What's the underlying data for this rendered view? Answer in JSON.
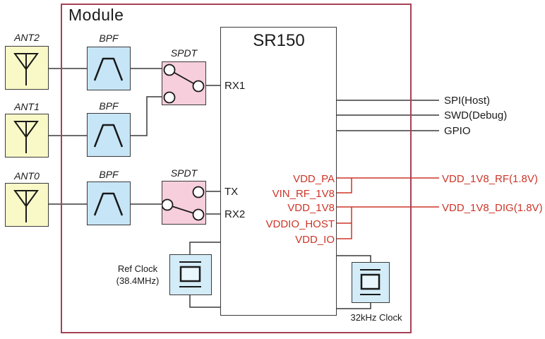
{
  "module": {
    "label": "Module"
  },
  "chip": {
    "title": "SR150",
    "pins": {
      "rx1": "RX1",
      "tx": "TX",
      "rx2": "RX2"
    }
  },
  "antennas": [
    {
      "label": "ANT2"
    },
    {
      "label": "ANT1"
    },
    {
      "label": "ANT0"
    }
  ],
  "filters": [
    {
      "label": "BPF"
    },
    {
      "label": "BPF"
    },
    {
      "label": "BPF"
    }
  ],
  "switches": [
    {
      "label": "SPDT"
    },
    {
      "label": "SPDT"
    }
  ],
  "clocks": {
    "ref": {
      "name": "Ref Clock",
      "freq": "(38.4MHz)"
    },
    "rtc": {
      "label": "32kHz Clock"
    }
  },
  "host_signals": [
    {
      "label": "SPI(Host)"
    },
    {
      "label": "SWD(Debug)"
    },
    {
      "label": "GPIO"
    }
  ],
  "power": {
    "chip_pins": [
      "VDD_PA",
      "VIN_RF_1V8",
      "VDD_1V8",
      "VDDIO_HOST",
      "VDD_IO"
    ],
    "rails": [
      "VDD_1V8_RF(1.8V)",
      "VDD_1V8_DIG(1.8V)"
    ]
  },
  "colors": {
    "module_border": "#a84055",
    "power_net": "#cd3528",
    "wire": "#3a3a3a",
    "antenna_fill": "#f9f9c8",
    "filter_fill": "#c6e6f7",
    "switch_fill": "#f7cedb",
    "crystal_fill": "#d3ecf8"
  }
}
